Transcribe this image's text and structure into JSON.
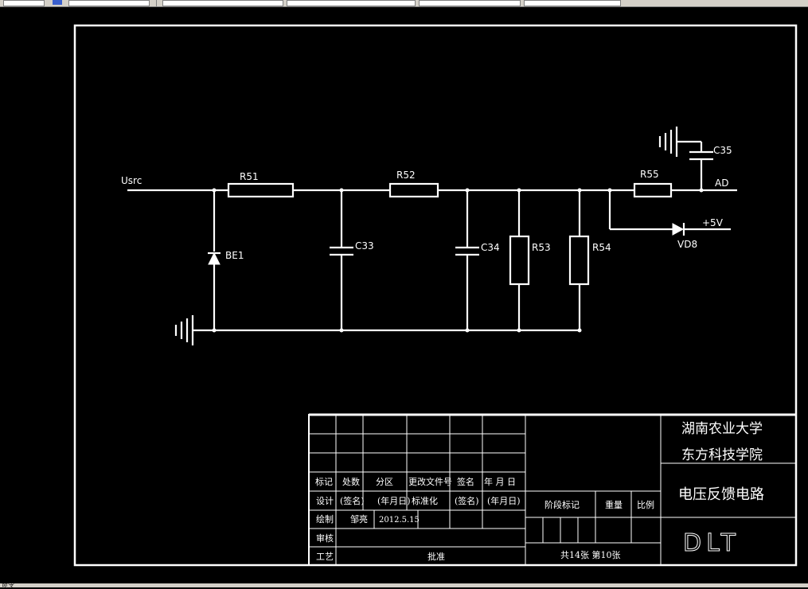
{
  "window": {
    "status_text": "命令"
  },
  "schematic": {
    "components": {
      "resistors": [
        "R51",
        "R52",
        "R53",
        "R54",
        "R55"
      ],
      "capacitors": [
        "C33",
        "C34",
        "C35"
      ],
      "diodes": [
        "BE1",
        "VD8"
      ]
    },
    "nets": {
      "input": "Usrc",
      "output": "AD",
      "supply": "+5V"
    }
  },
  "title_block": {
    "school_line1": "湖南农业大学",
    "school_line2": "东方科技学院",
    "drawing_title": "电压反馈电路",
    "drawing_code": "DLT",
    "headers": [
      "标记",
      "处数",
      "分区",
      "更改文件号",
      "签名",
      "年 月 日"
    ],
    "row_design": [
      "设计",
      "(签名)",
      "(年月日)",
      "标准化",
      "(签名)",
      "(年月日)"
    ],
    "row_draw": [
      "绘制",
      "邹亮",
      "2012.5.15"
    ],
    "row_review": [
      "审核"
    ],
    "row_process": [
      "工艺"
    ],
    "approve": "批准",
    "stage_mark": "阶段标记",
    "weight": "重量",
    "scale": "比例",
    "sheet_info": "共14张  第10张"
  },
  "colors": {
    "background": "#000000",
    "lines": "#ffffff"
  }
}
